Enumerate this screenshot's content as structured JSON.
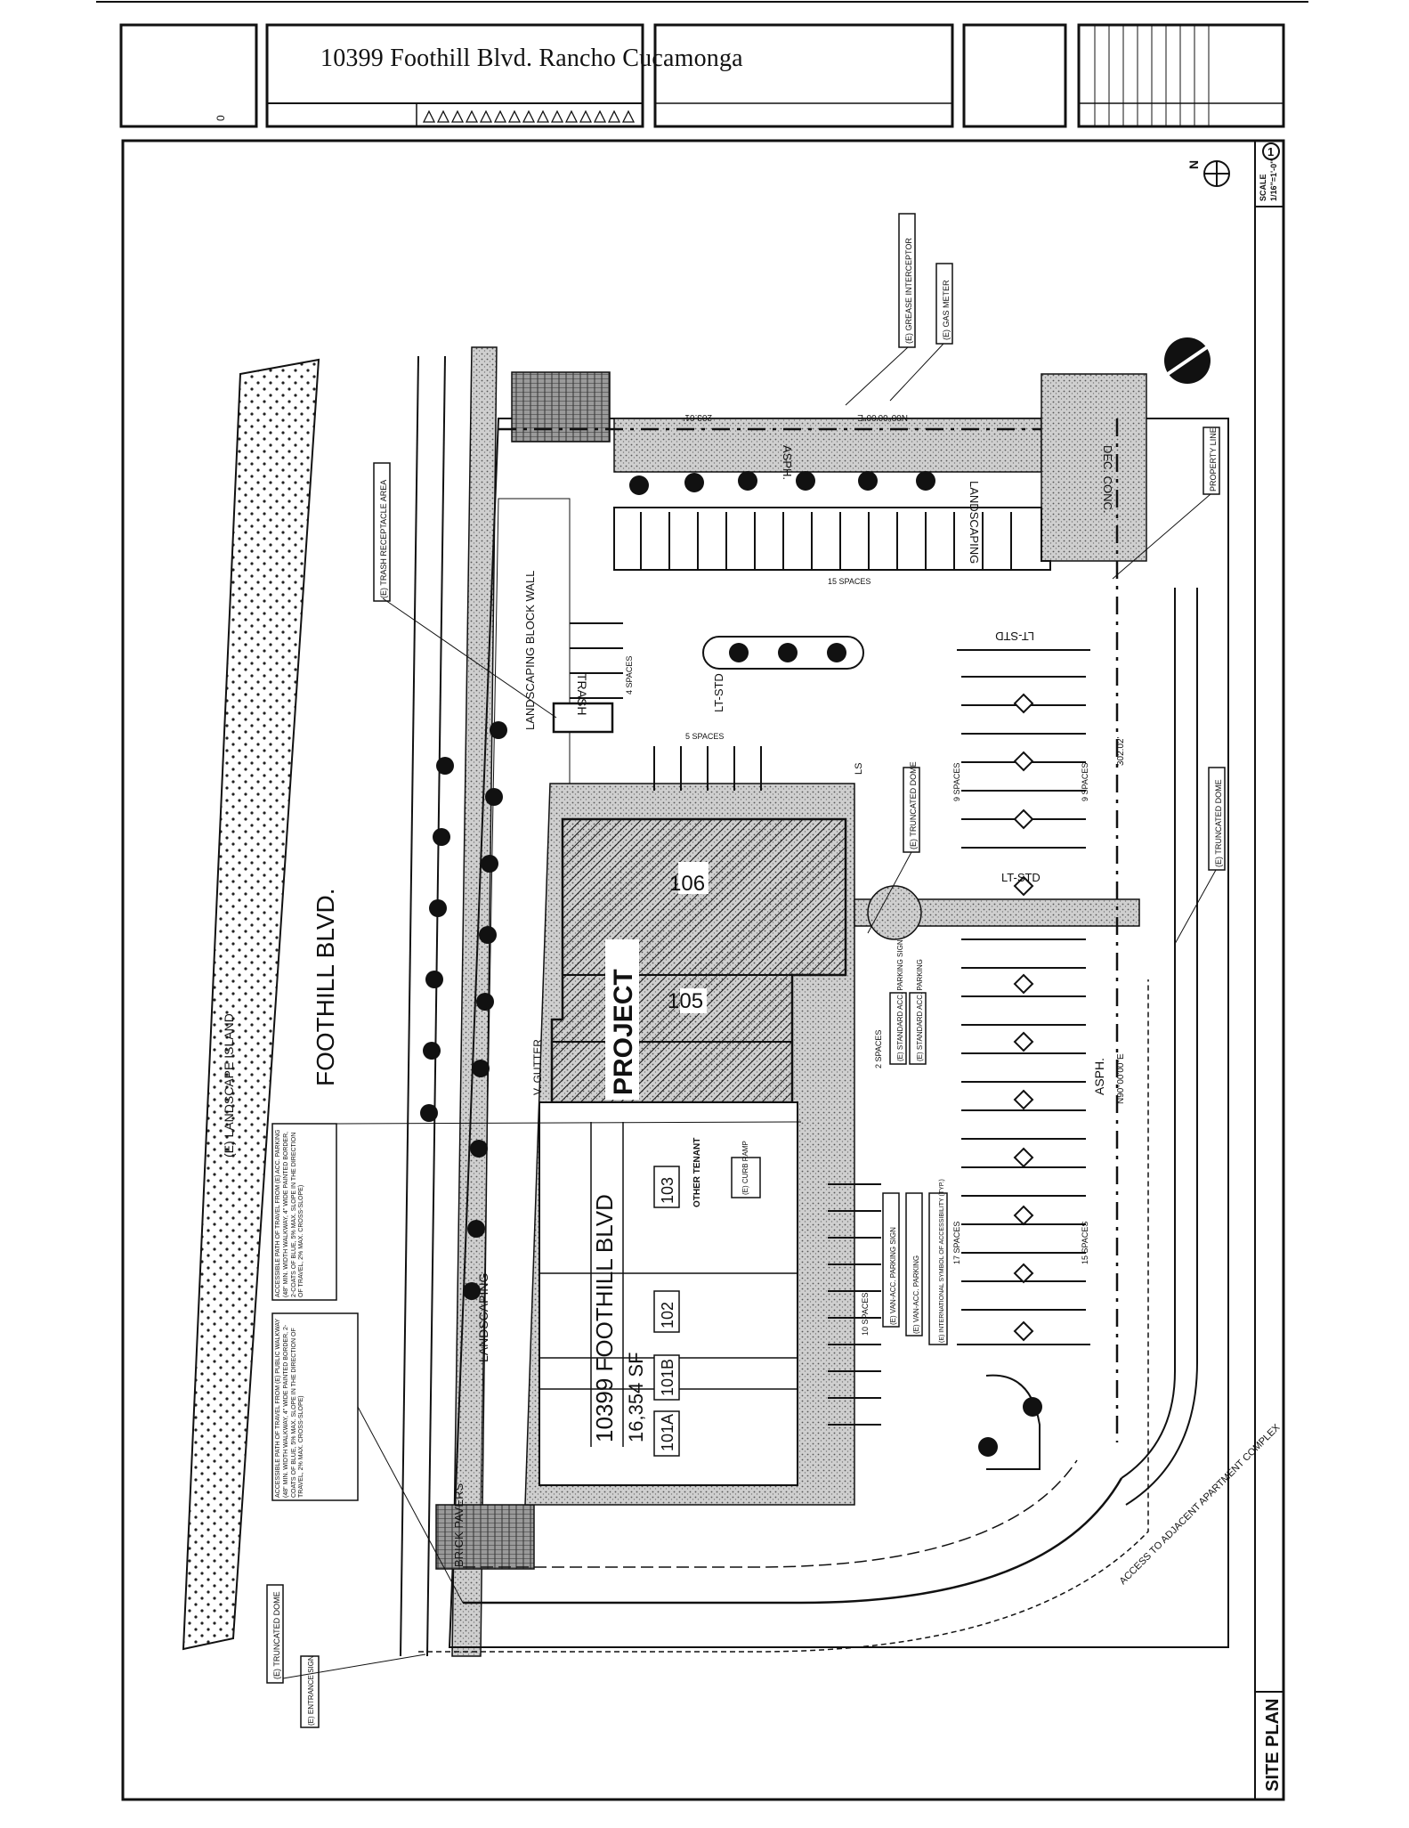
{
  "title_block": {
    "project_address": "10399 Foothill Blvd. Rancho Cucamonga",
    "left_box_mark": "0"
  },
  "sheet": {
    "name": "SITE PLAN",
    "scale_label": "SCALE",
    "scale_value": "1/16\"=1'-0\"",
    "sheet_number": "1"
  },
  "streets": {
    "main": "FOOTHILL BLVD.",
    "island": "(E) LANDSCAPE ISLAND"
  },
  "building": {
    "name": "10399 FOOTHILL BLVD",
    "area": "16,354 SF",
    "project_label": "PROJECT",
    "units": [
      "106",
      "105",
      "103",
      "102",
      "101B",
      "101A"
    ],
    "other_tenant": "OTHER TENANT"
  },
  "labels": {
    "landscaping_north": "LANDSCAPING",
    "landscaping_south": "LANDSCAPING",
    "landscaping_block_wall": "LANDSCAPING BLOCK WALL",
    "trash": "TRASH",
    "asph_north": "ASPH.",
    "asph_east": "ASPH.",
    "dec_conc": "DEC. CONC.",
    "brick_pavers": "BRICK PAVERS",
    "lt_std_1": "LT-STD",
    "lt_std_2": "LT-STD",
    "lt_std_3": "LT-STD",
    "v_gutter": "V. GUTTER",
    "ls": "LS",
    "spaces_15_top": "15 SPACES",
    "spaces_4": "4 SPACES",
    "spaces_5": "5 SPACES",
    "spaces_9a": "9 SPACES",
    "spaces_9b": "9 SPACES",
    "spaces_2": "2 SPACES",
    "spaces_10": "10 SPACES",
    "spaces_17": "17 SPACES",
    "spaces_15_east": "15 SPACES",
    "dim_1": "203.01'",
    "dim_2": "302.02'",
    "bearing_1": "N00°00'00\"E",
    "bearing_2": "N90°00'00\"E"
  },
  "callouts": {
    "grease_interceptor": "(E) GREASE INTERCEPTOR",
    "gas_meter": "(E) GAS METER",
    "trash_receptacle": "(E) TRASH RECEPTACLE AREA",
    "property_line": "PROPERTY LINE",
    "truncated_dome_1": "(E) TRUNCATED DOME",
    "truncated_dome_2": "(E) TRUNCATED DOME",
    "truncated_dome_3": "(E) TRUNCATED DOME",
    "std_acc_parking_sign": "(E) STANDARD ACC. PARKING SIGN",
    "std_acc_parking": "(E) STANDARD ACC. PARKING",
    "curb_ramp": "(E) CURB RAMP",
    "van_acc_parking_sign": "(E) VAN-ACC. PARKING SIGN",
    "van_acc_parking": "(E) VAN-ACC. PARKING",
    "intl_symbol": "(E) INTERNATIONAL SYMBOL OF ACCESSIBILITY (TYP.)",
    "entrance_sign": "(E) ENTRANCE SIGN",
    "access_apartments": "ACCESS TO ADJACENT APARTMENT COMPLEX",
    "path_acc_parking": "ACCESSIBLE PATH OF TRAVEL FROM (E) ACC. PARKING (48\" MIN. WIDTH WALKWAY, 4\" WIDE PAINTED BORDER, 2-COATS OF BLUE, 5% MAX. SLOPE IN THE DIRECTION OF TRAVEL, 2% MAX. CROSS-SLOPE)",
    "path_public_walkway": "ACCESSIBLE PATH OF TRAVEL FROM (E) PUBLIC WALKWAY (48\" MIN. WIDTH WALKWAY, 4\" WIDE PAINTED BORDER, 2-COATS OF BLUE, 5% MAX. SLOPE IN THE DIRECTION OF TRAVEL, 2% MAX. CROSS-SLOPE)"
  },
  "north_arrow": {
    "letter": "N"
  },
  "colors": {
    "ink": "#111111",
    "paper": "#ffffff"
  }
}
